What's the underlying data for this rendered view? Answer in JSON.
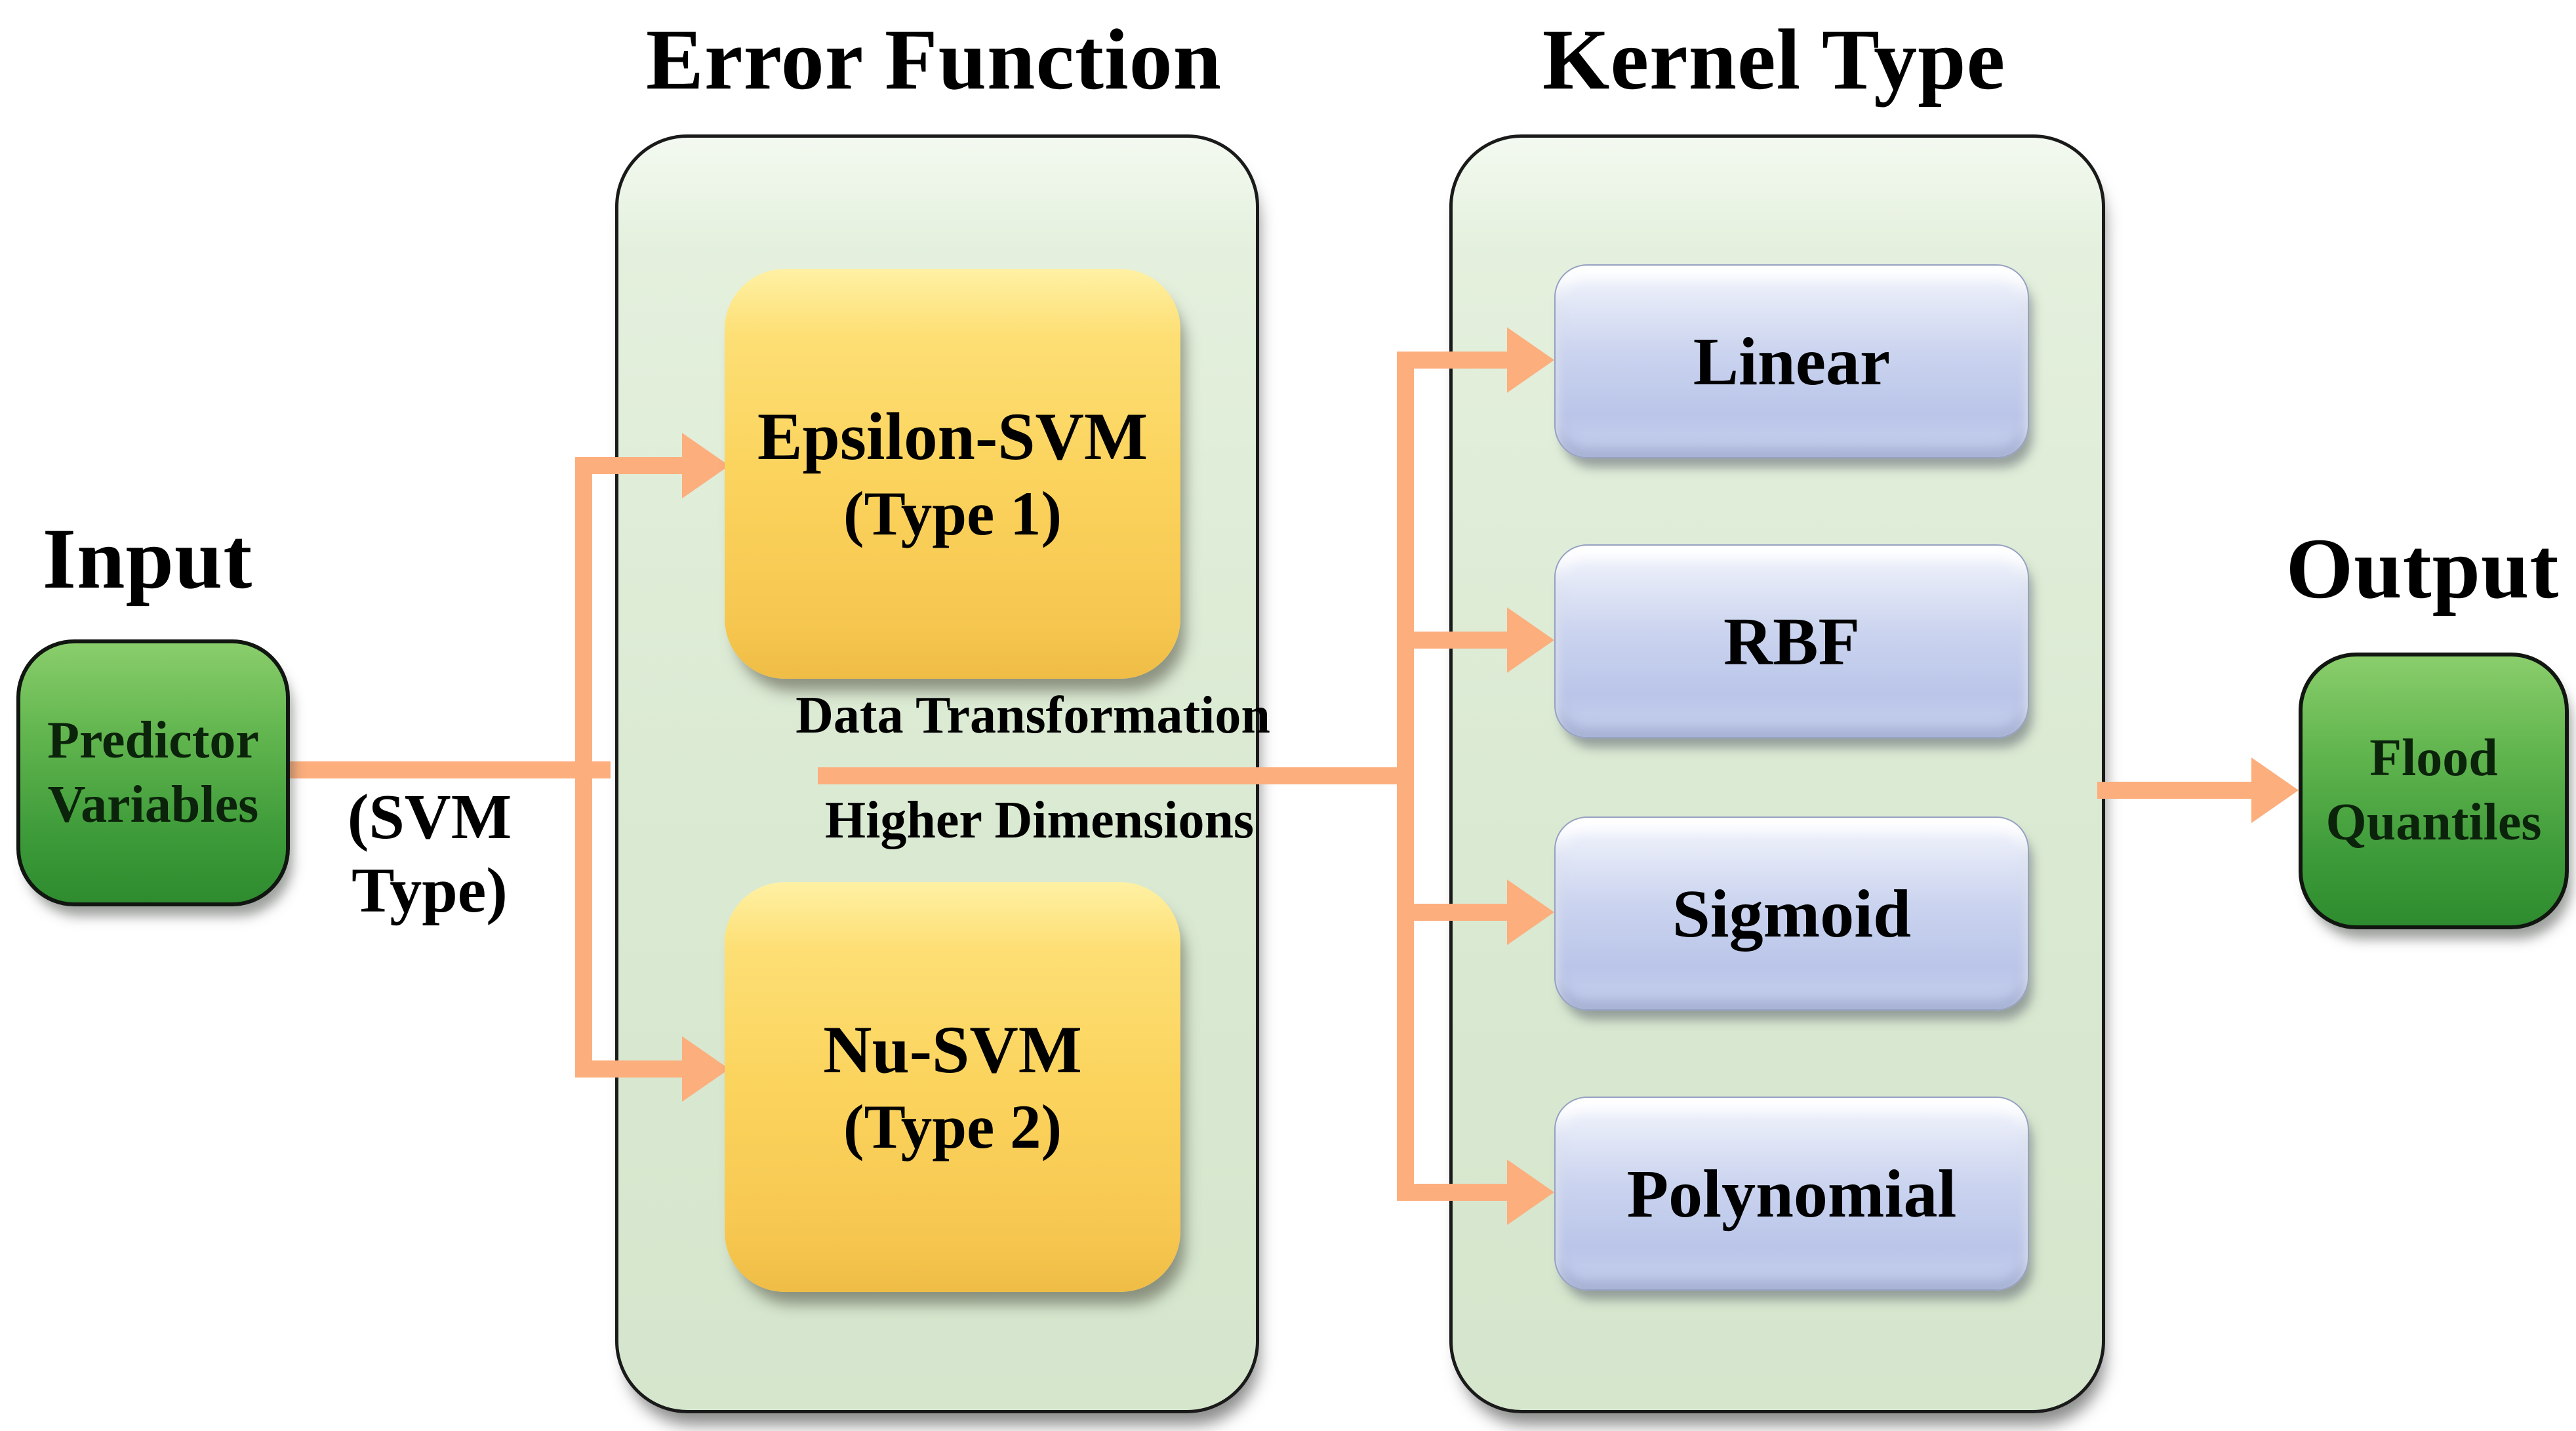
{
  "colors": {
    "arrow": "#fcae7d",
    "container-fill": "#dbead3",
    "yellow-box": "#fbd45e",
    "blue-box": "#cbd4ef",
    "green-box": "#3f9c3a",
    "text": "#000000"
  },
  "input": {
    "title": "Input",
    "box_label": "Predictor Variables"
  },
  "svm_type_label": "(SVM Type)",
  "error_function": {
    "title": "Error Function",
    "type1": {
      "name": "Epsilon-SVM",
      "type": "(Type 1)"
    },
    "type2": {
      "name": "Nu-SVM",
      "type": "(Type 2)"
    }
  },
  "transformation": {
    "line1": "Data Transformation",
    "line2": "Higher Dimensions"
  },
  "kernel_type": {
    "title": "Kernel Type",
    "kernels": [
      "Linear",
      "RBF",
      "Sigmoid",
      "Polynomial"
    ]
  },
  "output": {
    "title": "Output",
    "box_label": "Flood Quantiles"
  }
}
